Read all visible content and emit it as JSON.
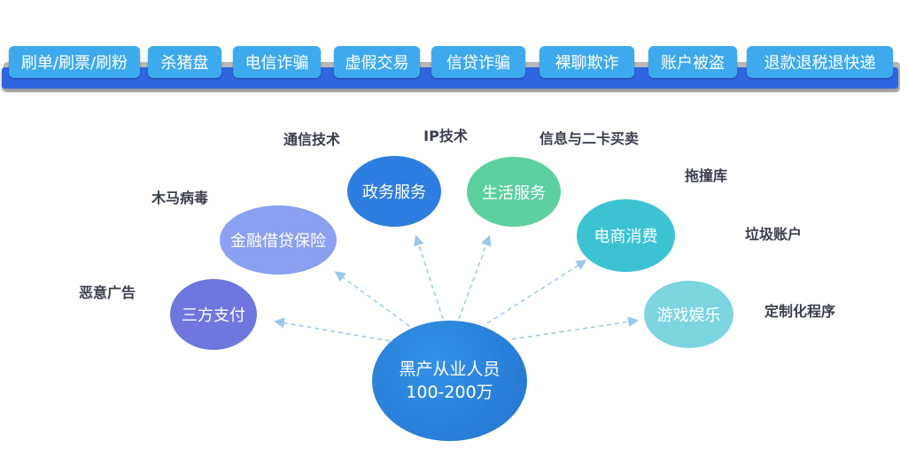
{
  "tags": [
    "刷单/刷票/刷粉",
    "杀猪盘",
    "电信诈骗",
    "虚假交易",
    "信贷诈骗",
    "裸聊欺诈",
    "账户被盗",
    "退款退税退快递"
  ],
  "nodes": {
    "gov": "政务服务",
    "life": "生活服务",
    "finance": "金融借贷保险",
    "pay": "三方支付",
    "ecom": "电商消费",
    "game": "游戏娱乐"
  },
  "center": {
    "line1": "黑产从业人员",
    "line2": "100-200万"
  },
  "labels": [
    "通信技术",
    "IP技术",
    "信息与二卡买卖",
    "拖撞库",
    "木马病毒",
    "垃圾账户",
    "恶意广告",
    "定制化程序"
  ],
  "colors": {
    "band": "#2f66e0",
    "tag": "#3eaaee",
    "gov": "#2e7de0",
    "life": "#5dd0a0",
    "finance": "#8aa0f0",
    "pay": "#6f76e0",
    "ecom": "#3cc3d3",
    "game": "#7dd5e0",
    "center": "#2a7fd8"
  }
}
